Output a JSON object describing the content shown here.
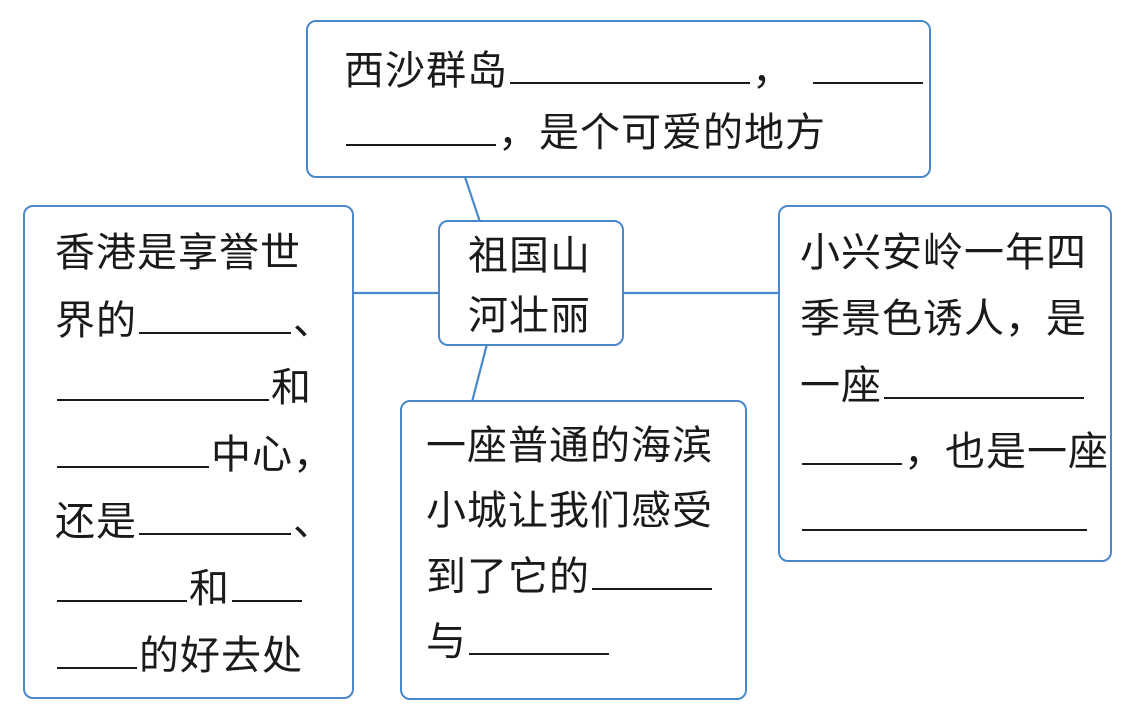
{
  "colors": {
    "border": "#4a88cc",
    "text": "#1a1a1a"
  },
  "center": {
    "lines": [
      "祖国山",
      "河壮丽"
    ]
  },
  "top": {
    "line1_prefix": "西沙群岛",
    "line1_sep": "，",
    "line2_suffix": "，是个可爱的地方"
  },
  "left": {
    "line1": "香港是享誉世",
    "line2_prefix": "界的",
    "line2_suffix": "、",
    "line3_suffix": "和",
    "line4_suffix": "中心，",
    "line5_prefix": "还是",
    "line5_suffix": "、",
    "line6_mid": "和",
    "line7_suffix": "的好去处"
  },
  "bottom": {
    "line1": "一座普通的海滨",
    "line2": "小城让我们感受",
    "line3_prefix": "到了它的",
    "line4_prefix": "与"
  },
  "right": {
    "line1": "小兴安岭一年四",
    "line2": "季景色诱人，是",
    "line3_prefix": "一座",
    "line4_suffix": "，也是一座"
  }
}
